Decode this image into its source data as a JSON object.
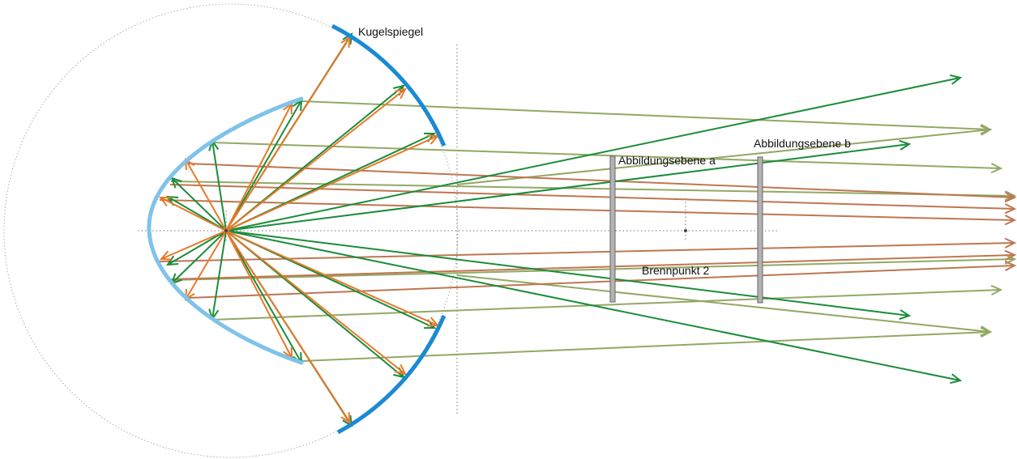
{
  "labels": {
    "mirror": "Kugelspiegel",
    "plane_a": "Abbildungsebene a",
    "plane_b": "Abbildungsebene b",
    "focus2": "Brennpunkt 2"
  },
  "colors": {
    "ellipse_mirror": "#7fc3ea",
    "sphere_mirror": "#1a8ad4",
    "green_ray": "#1b8c3a",
    "orange_ray": "#e8792a",
    "olive_ray": "#93a865",
    "brown_ray": "#bd7750",
    "plane": "#b3b3b3",
    "guide": "#9a9a9a"
  }
}
